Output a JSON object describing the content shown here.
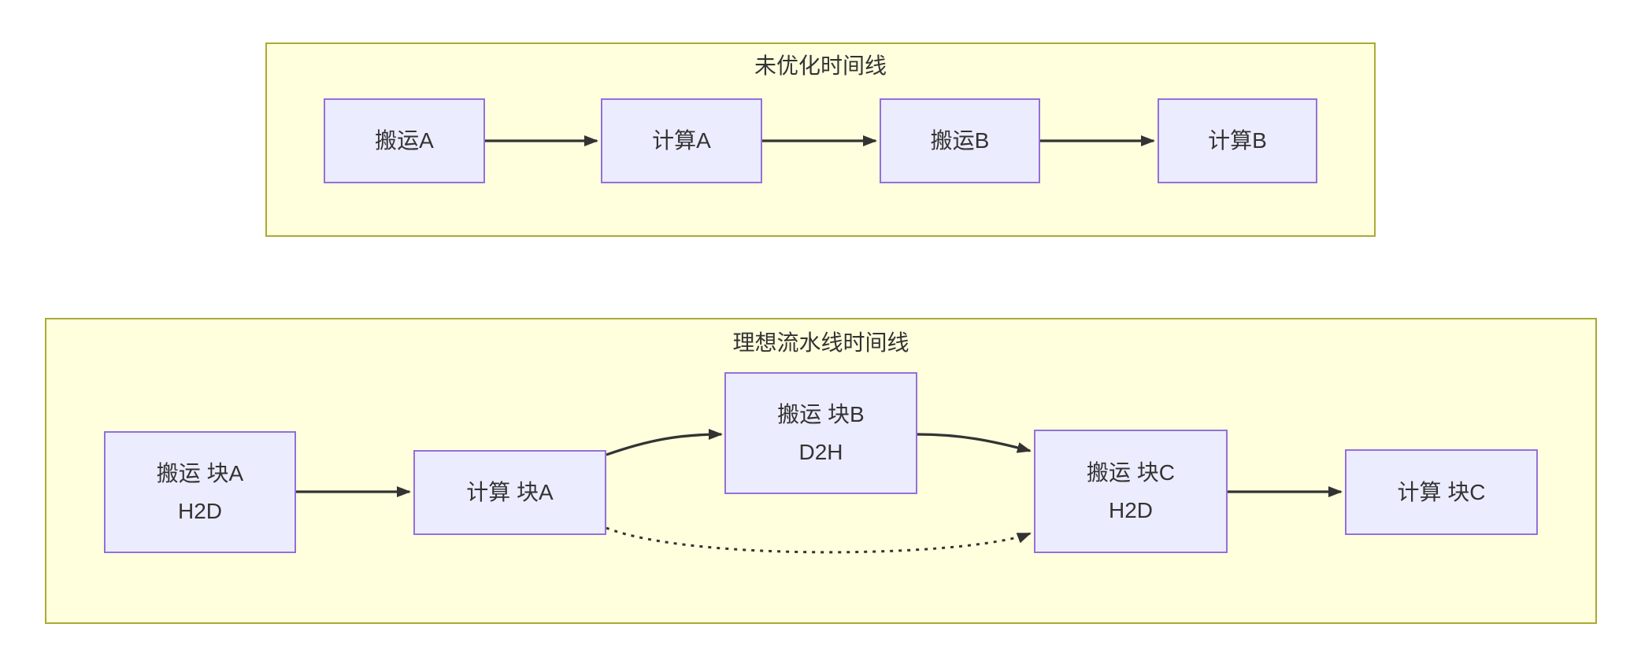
{
  "unoptimized": {
    "title": "未优化时间线",
    "nodes": [
      {
        "label": "搬运A"
      },
      {
        "label": "计算A"
      },
      {
        "label": "搬运B"
      },
      {
        "label": "计算B"
      }
    ]
  },
  "pipeline": {
    "title": "理想流水线时间线",
    "nodes": [
      {
        "label": "搬运 块A",
        "sublabel": "H2D"
      },
      {
        "label": "计算 块A"
      },
      {
        "label": "搬运 块B",
        "sublabel": "D2H"
      },
      {
        "label": "搬运 块C",
        "sublabel": "H2D"
      },
      {
        "label": "计算 块C"
      }
    ]
  },
  "edges": [
    {
      "from": "搬运A",
      "to": "计算A",
      "style": "solid"
    },
    {
      "from": "计算A",
      "to": "搬运B",
      "style": "solid"
    },
    {
      "from": "搬运B",
      "to": "计算B",
      "style": "solid"
    },
    {
      "from": "搬运 块A H2D",
      "to": "计算 块A",
      "style": "solid"
    },
    {
      "from": "计算 块A",
      "to": "搬运 块B D2H",
      "style": "solid"
    },
    {
      "from": "搬运 块B D2H",
      "to": "搬运 块C H2D",
      "style": "solid"
    },
    {
      "from": "搬运 块C H2D",
      "to": "计算 块C",
      "style": "solid"
    },
    {
      "from": "计算 块A",
      "to": "搬运 块C H2D",
      "style": "dotted"
    }
  ],
  "colors": {
    "node_fill": "#ececff",
    "node_border": "#9370db",
    "group_fill": "#ffffde",
    "group_border": "#aaaa33",
    "edge": "#333333",
    "text": "#333333",
    "page_background": "#ffffff"
  }
}
